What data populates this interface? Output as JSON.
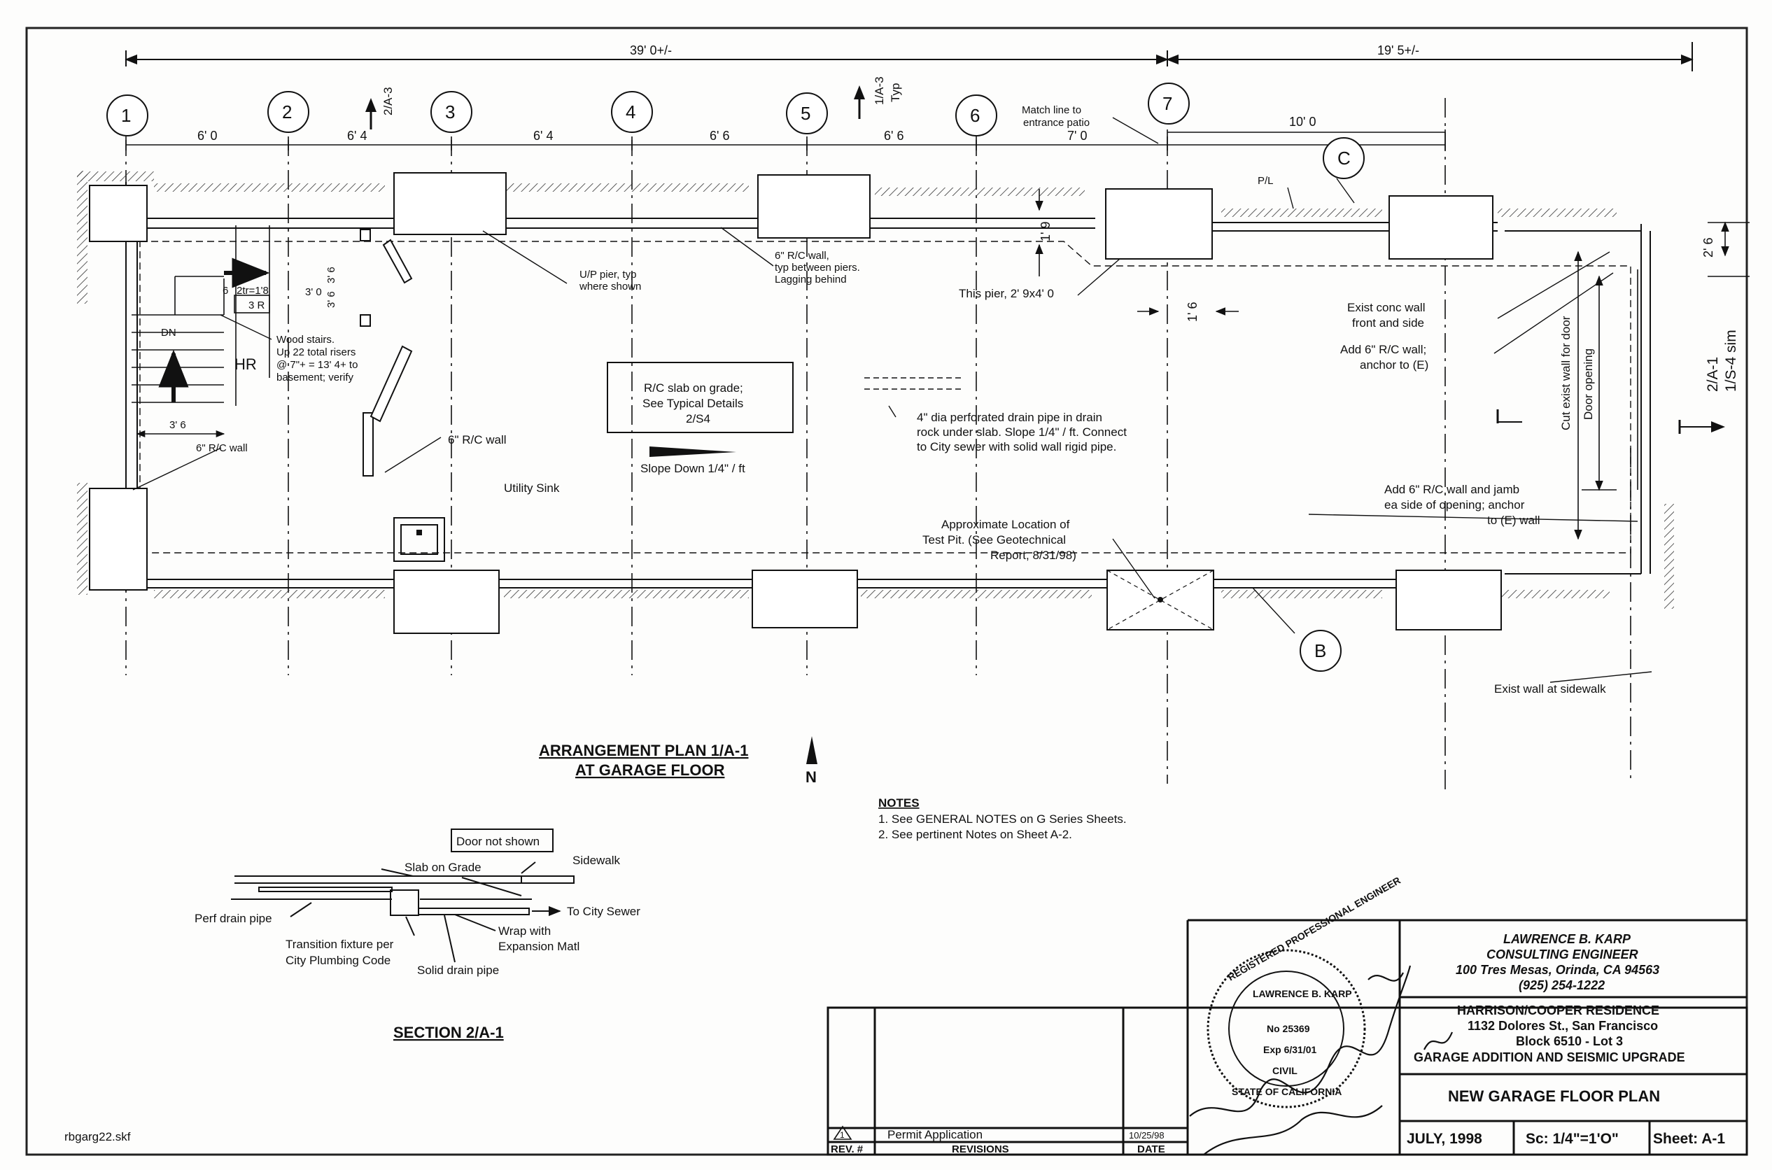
{
  "dimensions": {
    "overall_left": "39' 0+/-",
    "overall_right": "19' 5+/-",
    "bay_1_2": "6' 0",
    "bay_2_3": "6' 4",
    "bay_3_4": "6' 4",
    "bay_4_5": "6' 6",
    "bay_5_6": "6' 6",
    "bay_6_7": "7' 0",
    "bay_7_end": "10' 0",
    "dim_1_9": "1' 9",
    "dim_1_6": "1' 6",
    "dim_2_6": "2' 6",
    "dim_3_6a": "3' 6",
    "dim_3_0": "3' 0",
    "dim_3_6b": "3' 6",
    "dim_3_6c": "3' 6",
    "dim_6": "6",
    "dim_2tr": "2tr=1'8",
    "dim_3r": "3 R"
  },
  "grid_lines": [
    "1",
    "2",
    "3",
    "4",
    "5",
    "6",
    "7"
  ],
  "detail_bubbles": [
    "C",
    "B"
  ],
  "section_marks": {
    "top_2_a3": "2/A-3",
    "top_1_a3": "1/A-3",
    "top_typ": "Typ",
    "right_2_a1": "2/A-1",
    "right_1_s4": "1/S-4 sim"
  },
  "labels": {
    "match_line": "Match line to",
    "match_line_2": "entrance patio",
    "pl": "P/L",
    "up_pier": "U/P pier, typ",
    "up_pier_2": "where shown",
    "rc_wall_piers": "6\" R/C wall,",
    "rc_wall_piers_2": "typ between piers.",
    "rc_wall_piers_3": "Lagging behind",
    "this_pier": "This pier, 2' 9x4' 0",
    "exist_conc": "Exist conc wall",
    "exist_conc_2": "front and side",
    "add_rc_wall": "Add 6\" R/C wall;",
    "add_rc_wall_2": "anchor to (E)",
    "cut_exist": "Cut exist wall for door",
    "door_opening": "Door opening",
    "dn": "DN",
    "hr": "HR",
    "wood_stairs": "Wood stairs.",
    "wood_stairs_2": "Up 22 total risers",
    "wood_stairs_3": "@ 7\"+ = 13' 4+ to",
    "wood_stairs_4": "basement; verify",
    "rc_wall_left": "6\" R/C wall",
    "rc_wall_mid": "6\" R/C wall",
    "slab_box": "R/C slab on grade;",
    "slab_box_2": "See Typical Details",
    "slab_box_3": "2/S4",
    "slope": "Slope Down 1/4\" / ft",
    "drain": "4\" dia perforated drain pipe in drain",
    "drain_2": "rock under slab. Slope 1/4\" / ft. Connect",
    "drain_3": "to City sewer with solid wall rigid pipe.",
    "utility_sink": "Utility Sink",
    "test_pit": "Approximate Location of",
    "test_pit_2": "Test Pit. (See Geotechnical",
    "test_pit_3": "Report, 8/31/98)",
    "add_jamb": "Add 6\" R/C wall and jamb",
    "add_jamb_2": "ea side of opening; anchor",
    "add_jamb_3": "to (E) wall",
    "exist_sidewalk": "Exist wall at sidewalk"
  },
  "plan_title": "ARRANGEMENT PLAN 1/A-1",
  "plan_title_2": "AT GARAGE FLOOR",
  "north": "N",
  "notes": {
    "heading": "NOTES",
    "items": [
      "1. See GENERAL NOTES on G Series Sheets.",
      "2. See pertinent Notes on Sheet A-2."
    ]
  },
  "section": {
    "door_not_shown": "Door not shown",
    "slab_on_grade": "Slab on Grade",
    "sidewalk": "Sidewalk",
    "to_city_sewer": "To City Sewer",
    "perf_drain": "Perf drain pipe",
    "wrap": "Wrap with",
    "wrap_2": "Expansion Matl",
    "transition": "Transition fixture per",
    "transition_2": "City Plumbing Code",
    "solid_drain": "Solid drain pipe",
    "title": "SECTION 2/A-1"
  },
  "file_name": "rbgarg22.skf",
  "revisions": {
    "rev_symbol": "1",
    "entry": "Permit Application",
    "entry_date": "10/25/98",
    "header_rev": "REV. #",
    "header_revisions": "REVISIONS",
    "header_date": "DATE"
  },
  "stamp": {
    "top": "REGISTERED PROFESSIONAL ENGINEER",
    "name": "LAWRENCE B. KARP",
    "no": "No 25369",
    "exp": "Exp 6/31/01",
    "civil": "CIVIL",
    "bottom": "STATE OF CALIFORNIA"
  },
  "engineer": {
    "name": "LAWRENCE B. KARP",
    "title": "CONSULTING ENGINEER",
    "address": "100 Tres Mesas, Orinda, CA 94563",
    "phone": "(925) 254-1222"
  },
  "project": {
    "name": "HARRISON/COOPER RESIDENCE",
    "address": "1132 Dolores St., San Francisco",
    "block": "Block 6510 - Lot 3",
    "scope": "GARAGE ADDITION AND SEISMIC UPGRADE"
  },
  "sheet_title": "NEW GARAGE FLOOR PLAN",
  "date": "JULY, 1998",
  "scale": "Sc: 1/4\"=1'O\"",
  "sheet_no": "Sheet: A-1"
}
